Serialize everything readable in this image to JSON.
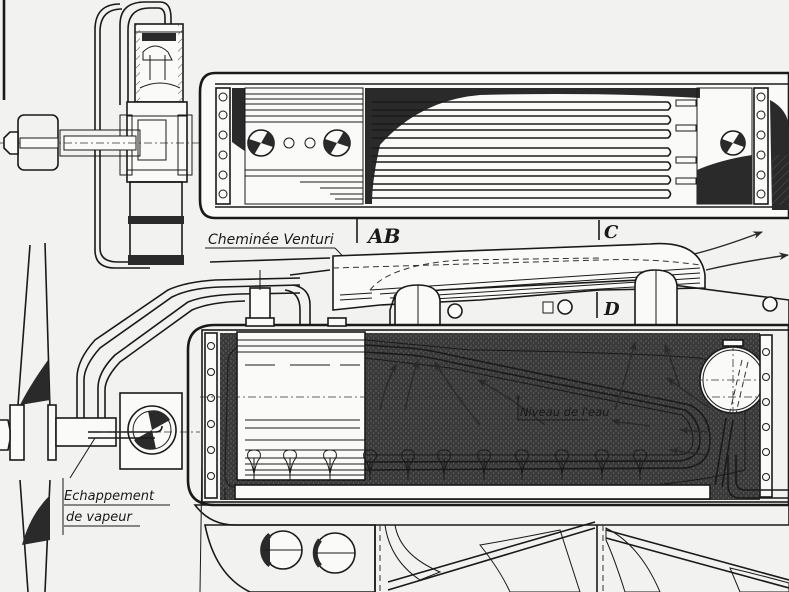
{
  "figure": {
    "labels": {
      "chimney": "Cheminée Venturi",
      "section_ab": "AB",
      "section_c": "C",
      "section_d": "D",
      "water_level": "Niveau de l'eau",
      "exhaust_line1": "Echappement",
      "exhaust_line2": "de vapeur"
    },
    "colors": {
      "paper": "#f2f2f0",
      "ink": "#1a1a1a",
      "shade": "#2a2a2a",
      "hatch": "#555555"
    }
  }
}
